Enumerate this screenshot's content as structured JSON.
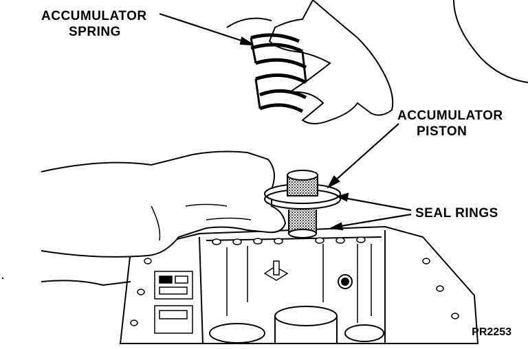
{
  "labels": {
    "accumulator_spring": [
      "ACCUMULATOR",
      "SPRING"
    ],
    "accumulator_piston": [
      "ACCUMULATOR",
      "PISTON"
    ],
    "seal_rings": "SEAL RINGS"
  },
  "figure_code": "PR2253",
  "colors": {
    "ink": "#000000",
    "paper": "#ffffff",
    "shade": "#555555"
  }
}
